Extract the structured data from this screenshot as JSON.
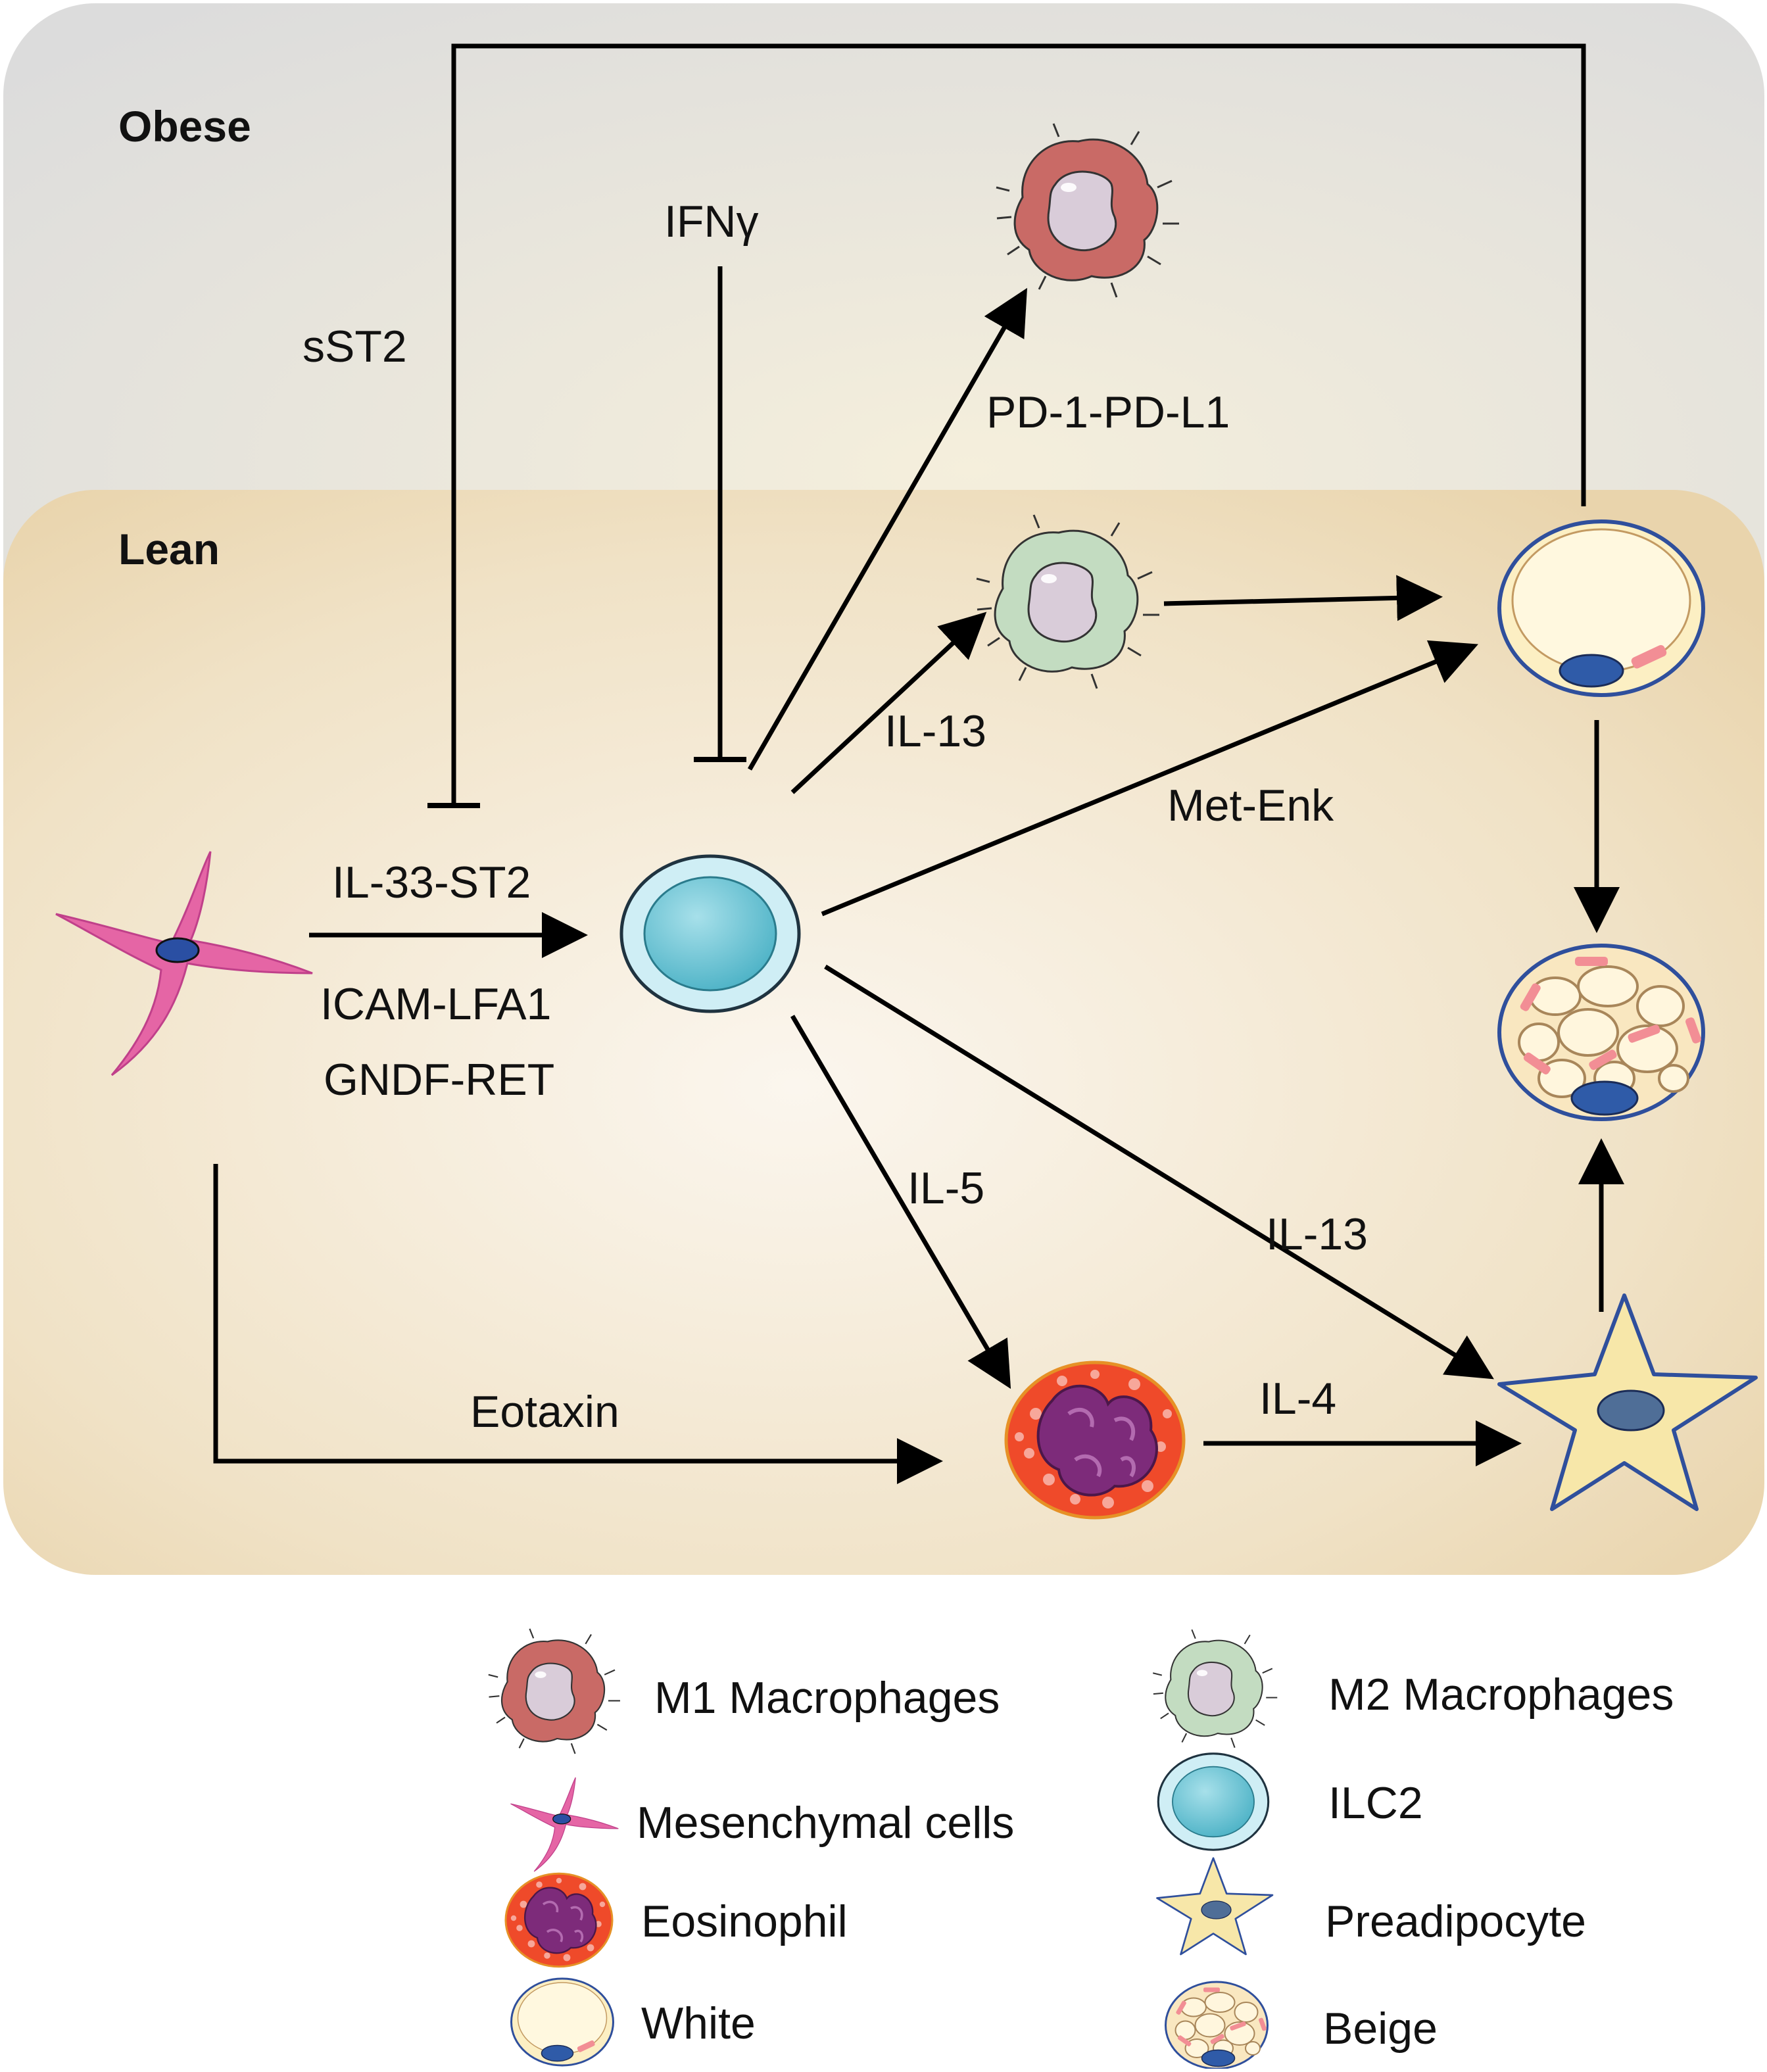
{
  "zones": {
    "obese": "Obese",
    "lean": "Lean"
  },
  "labels": {
    "sst2": "sST2",
    "ifng": "IFNγ",
    "pd1": "PD-1-PD-L1",
    "il13_top": "IL-13",
    "metenk": "Met-Enk",
    "il33": "IL-33-ST2",
    "icam": "ICAM-LFA1",
    "gndf": "GNDF-RET",
    "il5": "IL-5",
    "il13_bottom": "IL-13",
    "eotaxin": "Eotaxin",
    "il4": "IL-4"
  },
  "legend": {
    "m1": "M1 Macrophages",
    "m2": "M2 Macrophages",
    "mesenchymal": "Mesenchymal cells",
    "ilc2": "ILC2",
    "eosinophil": "Eosinophil",
    "preadipocyte": "Preadipocyte",
    "white": "White",
    "beige": "Beige"
  },
  "colors": {
    "m1": "#c96a66",
    "m2": "#c3dcc1",
    "mesenchymal": "#e565a5",
    "ilc2": "#6cc6d6",
    "eosinophil": "#ef4a2a",
    "preadipocyte": "#f7e7a9",
    "white_cell": "#fcefc3",
    "beige_fat": "#f9e7c0"
  }
}
